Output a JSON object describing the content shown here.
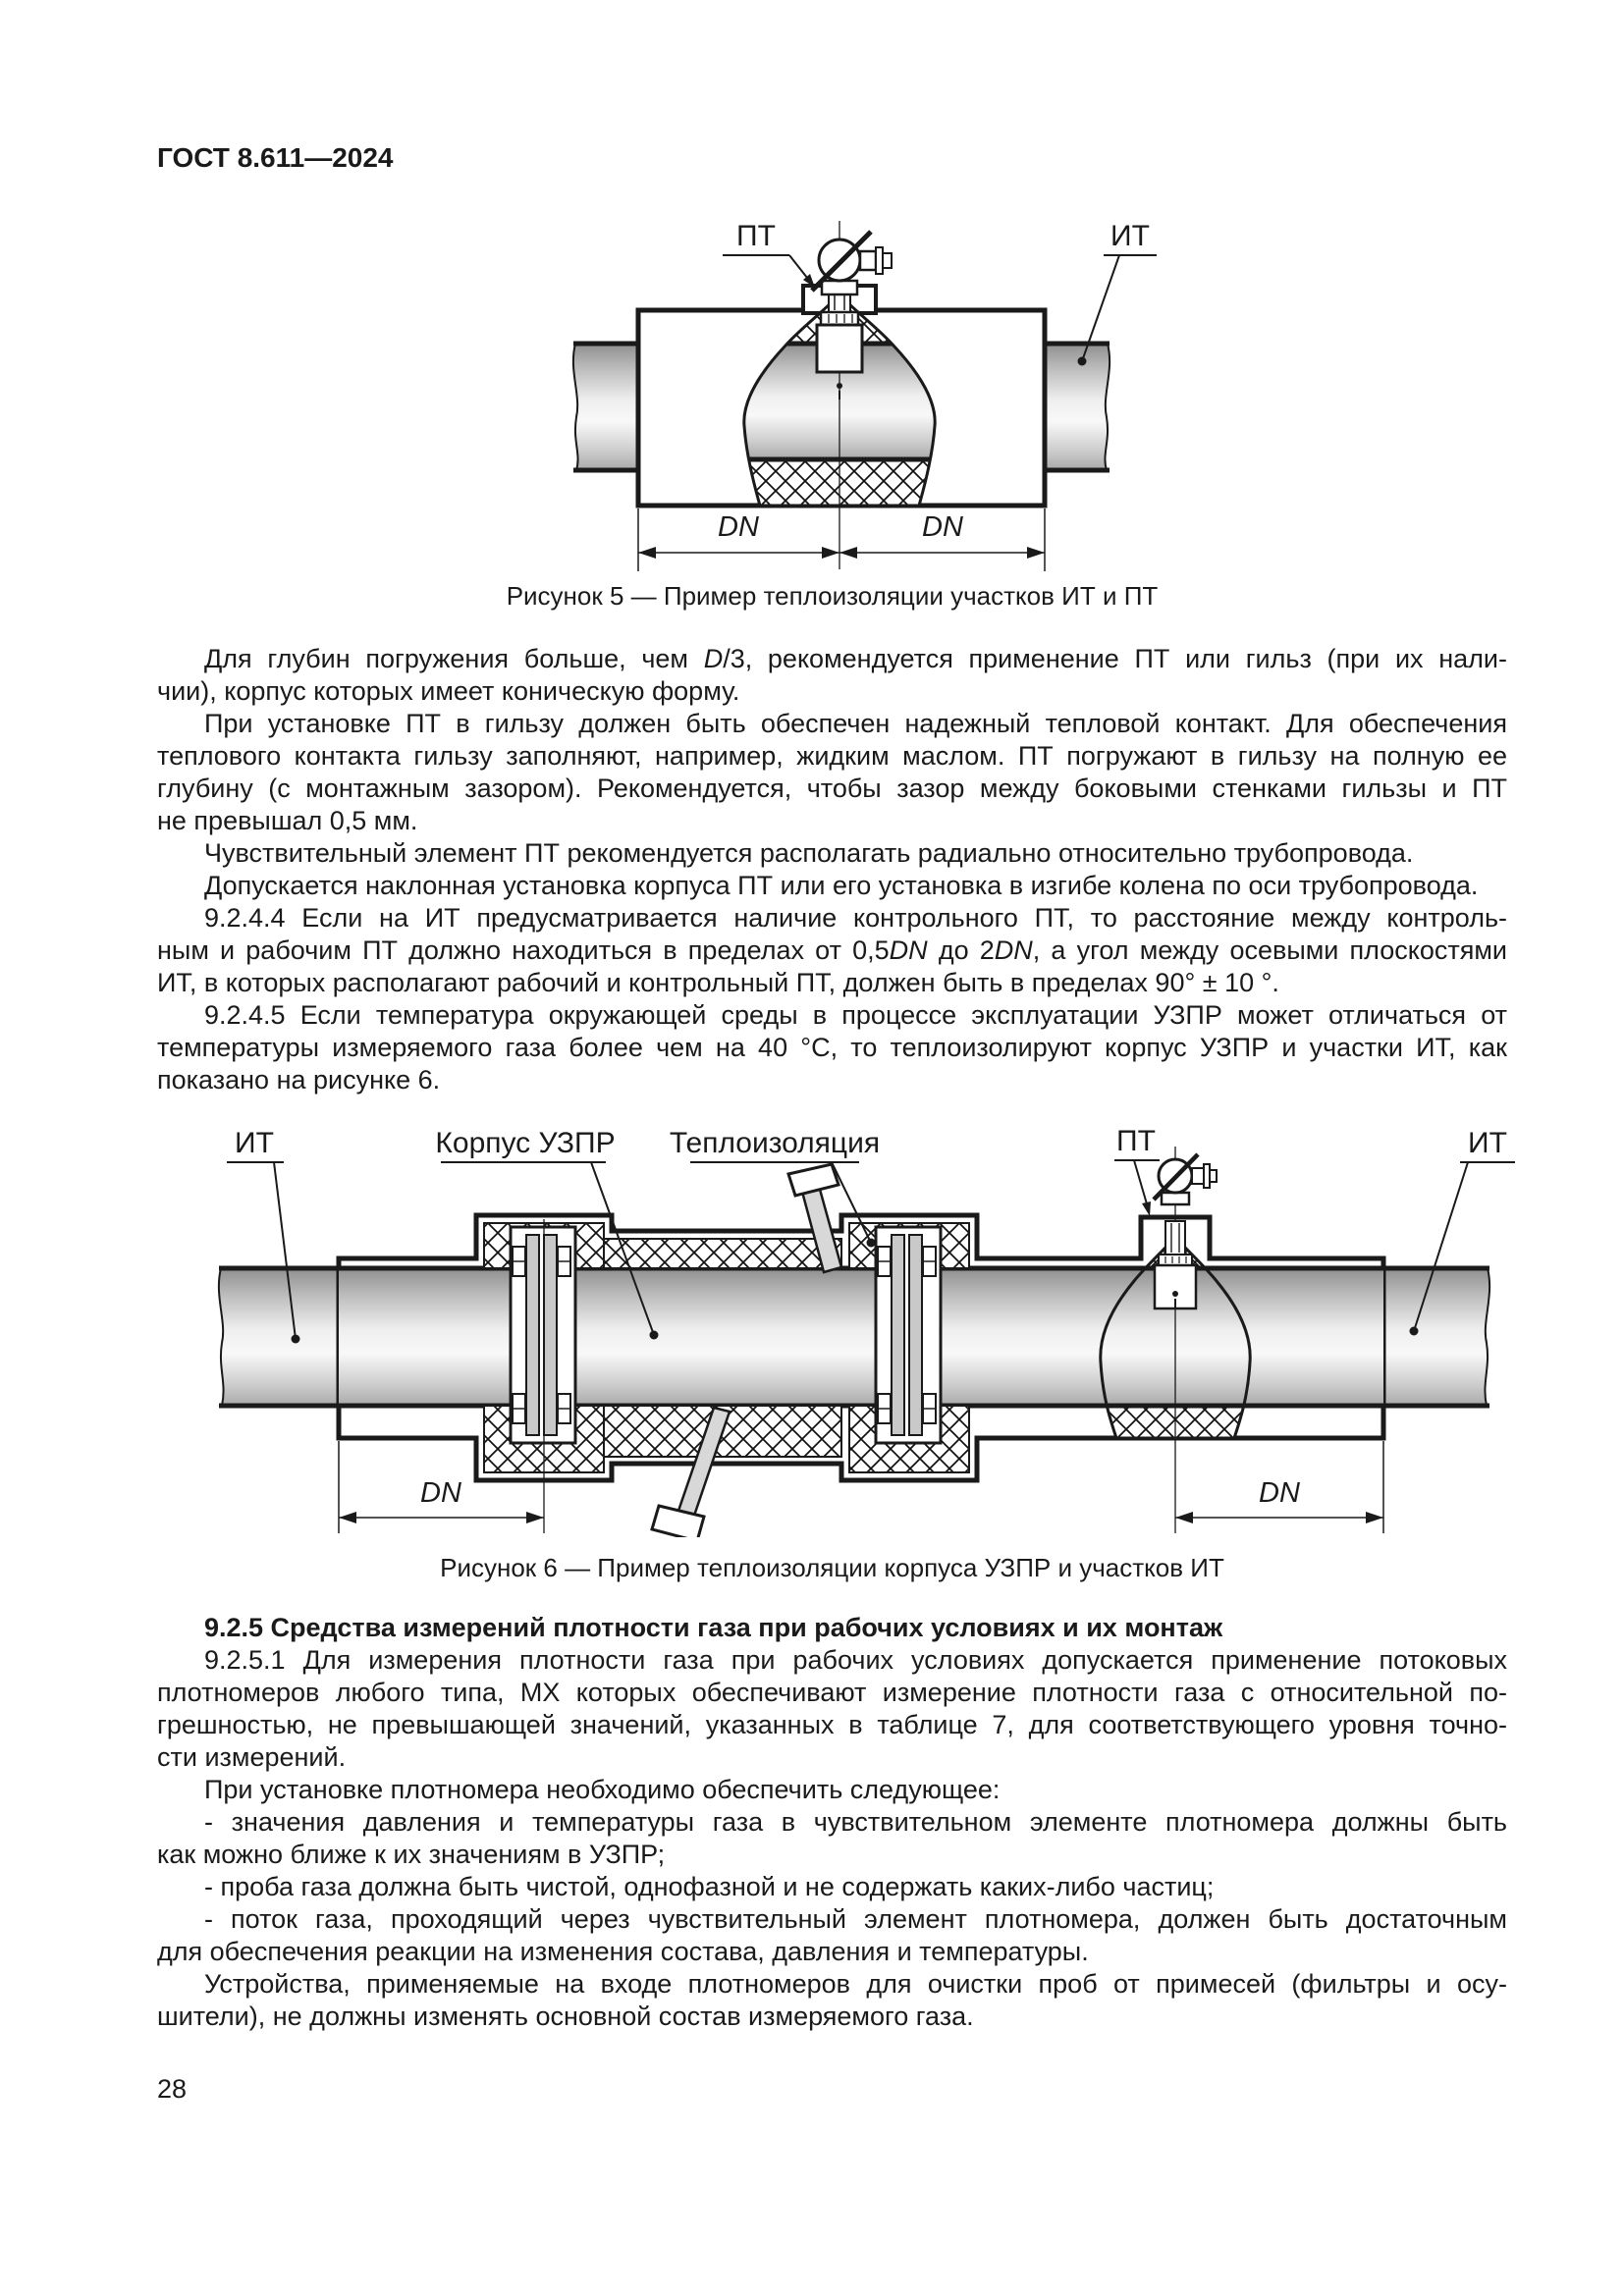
{
  "page": {
    "header": "ГОСТ 8.611—2024",
    "number": "28"
  },
  "figure5": {
    "caption": "Рисунок 5 — Пример теплоизоляции участков ИТ и ПТ",
    "label_pt": "ПТ",
    "label_it": "ИТ",
    "dim": "DN"
  },
  "figure6": {
    "caption": "Рисунок 6 — Пример теплоизоляции корпуса УЗПР и участков ИТ",
    "label_it_left": "ИТ",
    "label_body": "Корпус УЗПР",
    "label_insulation": "Теплоизоляция",
    "label_pt": "ПТ",
    "label_it_right": "ИТ",
    "dim": "DN"
  },
  "text_block_1": {
    "lines": [
      {
        "ind": true,
        "last": false,
        "seg": [
          "Для глубин погружения больше, чем ",
          {
            "i": "D"
          },
          "/3, рекомендуется применение ПТ или гильз (при их нали-"
        ]
      },
      {
        "ind": false,
        "last": true,
        "seg": [
          "чии), корпус которых имеет коническую форму."
        ]
      },
      {
        "ind": true,
        "last": false,
        "seg": [
          "При установке ПТ в гильзу должен быть обеспечен надежный тепловой контакт. Для обеспечения"
        ]
      },
      {
        "ind": false,
        "last": false,
        "seg": [
          "теплового контакта гильзу заполняют, например, жидким маслом. ПТ погружают в гильзу на полную ее"
        ]
      },
      {
        "ind": false,
        "last": false,
        "seg": [
          "глубину (с монтажным зазором). Рекомендуется, чтобы зазор между боковыми стенками гильзы и ПТ"
        ]
      },
      {
        "ind": false,
        "last": true,
        "seg": [
          "не превышал 0,5 мм."
        ]
      },
      {
        "ind": true,
        "last": true,
        "seg": [
          "Чувствительный элемент ПТ рекомендуется располагать радиально относительно трубопровода."
        ]
      },
      {
        "ind": true,
        "last": true,
        "seg": [
          "Допускается наклонная установка корпуса ПТ или его установка в изгибе колена по оси трубопровода."
        ]
      },
      {
        "ind": true,
        "last": false,
        "seg": [
          "9.2.4.4 Если на ИТ предусматривается наличие контрольного ПТ, то расстояние между контроль-"
        ]
      },
      {
        "ind": false,
        "last": false,
        "seg": [
          "ным и рабочим ПТ должно находиться в пределах от 0,5",
          {
            "i": "DN"
          },
          " до 2",
          {
            "i": "DN"
          },
          ", а угол между осевыми плоскостями"
        ]
      },
      {
        "ind": false,
        "last": true,
        "seg": [
          "ИТ, в которых располагают рабочий и контрольный ПТ, должен быть в пределах 90° ± 10 °."
        ]
      },
      {
        "ind": true,
        "last": false,
        "seg": [
          "9.2.4.5 Если температура окружающей среды в процессе эксплуатации УЗПР может отличаться от"
        ]
      },
      {
        "ind": false,
        "last": false,
        "seg": [
          "температуры измеряемого газа более чем на 40 °С, то теплоизолируют корпус УЗПР и участки ИТ, как"
        ]
      },
      {
        "ind": false,
        "last": true,
        "seg": [
          "показано на рисунке 6."
        ]
      }
    ]
  },
  "text_block_2": {
    "lines": [
      {
        "ind": true,
        "last": true,
        "bold": true,
        "seg": [
          "9.2.5 Средства измерений плотности газа при рабочих условиях и их монтаж"
        ]
      },
      {
        "ind": true,
        "last": false,
        "seg": [
          "9.2.5.1 Для измерения плотности газа при рабочих условиях допускается применение потоковых"
        ]
      },
      {
        "ind": false,
        "last": false,
        "seg": [
          "плотномеров любого типа, МХ которых обеспечивают измерение плотности газа с относительной по-"
        ]
      },
      {
        "ind": false,
        "last": false,
        "seg": [
          "грешностью, не превышающей значений, указанных в таблице 7, для соответствующего уровня точно-"
        ]
      },
      {
        "ind": false,
        "last": true,
        "seg": [
          "сти измерений."
        ]
      },
      {
        "ind": true,
        "last": true,
        "seg": [
          "При установке плотномера необходимо обеспечить следующее:"
        ]
      },
      {
        "ind": true,
        "last": false,
        "seg": [
          "- значения давления и температуры газа в чувствительном элементе плотномера должны быть"
        ]
      },
      {
        "ind": false,
        "last": true,
        "seg": [
          "как можно ближе к их значениям в УЗПР;"
        ]
      },
      {
        "ind": true,
        "last": true,
        "seg": [
          "- проба газа должна быть чистой, однофазной и не содержать каких-либо частиц;"
        ]
      },
      {
        "ind": true,
        "last": false,
        "seg": [
          "- поток газа, проходящий через чувствительный элемент плотномера, должен быть достаточным"
        ]
      },
      {
        "ind": false,
        "last": true,
        "seg": [
          "для обеспечения реакции на изменения состава, давления и температуры."
        ]
      },
      {
        "ind": true,
        "last": false,
        "seg": [
          "Устройства, применяемые на входе плотномеров для очистки проб от примесей (фильтры и осу-"
        ]
      },
      {
        "ind": false,
        "last": true,
        "seg": [
          "шители), не должны изменять основной состав измеряемого газа."
        ]
      }
    ]
  }
}
